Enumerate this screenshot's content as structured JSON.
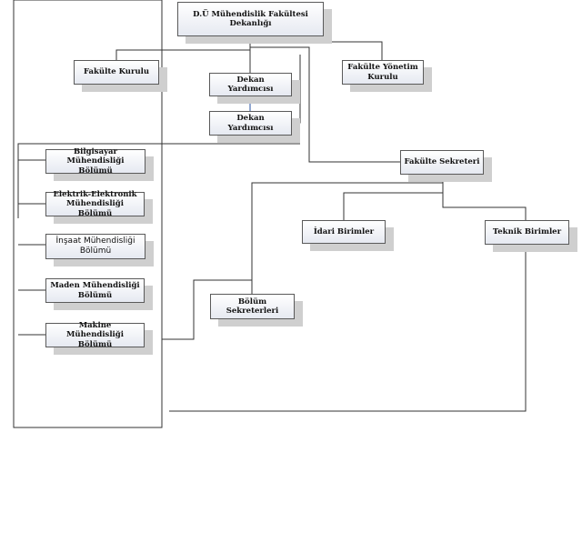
{
  "nodes": [
    {
      "id": "dekan",
      "label": "D.Ü Mühendislik Fakültesi Dekanlığı"
    },
    {
      "id": "kurul",
      "label": "Fakülte Kurulu"
    },
    {
      "id": "dy1",
      "label": "Dekan Yardımcısı"
    },
    {
      "id": "dy2",
      "label": "Dekan Yardımcısı"
    },
    {
      "id": "yonetim",
      "label": "Fakülte Yönetim Kurulu"
    },
    {
      "id": "sekreter",
      "label": "Fakülte Sekreteri"
    },
    {
      "id": "idari",
      "label": "İdari Birimler"
    },
    {
      "id": "teknik",
      "label": "Teknik Birimler"
    },
    {
      "id": "bsekreter",
      "label": "Bölüm Sekreterleri"
    },
    {
      "id": "bilgisayar",
      "label": "Bilgisayar Mühendisliği Bölümü"
    },
    {
      "id": "elektrik",
      "label": "Elektrik-Elektronik Mühendisliği Bölümü"
    },
    {
      "id": "insaat",
      "label": "İnşaat Mühendisliği Bölümü"
    },
    {
      "id": "maden",
      "label": "Maden Mühendisliği Bölümü"
    },
    {
      "id": "makine",
      "label": "Makine Mühendisliği Bölümü"
    }
  ],
  "colors": {
    "line": "#333333",
    "arrow": "#4a6fb5",
    "shadow": "#cfcfcf",
    "box_fill_end": "#e6e9f1"
  }
}
